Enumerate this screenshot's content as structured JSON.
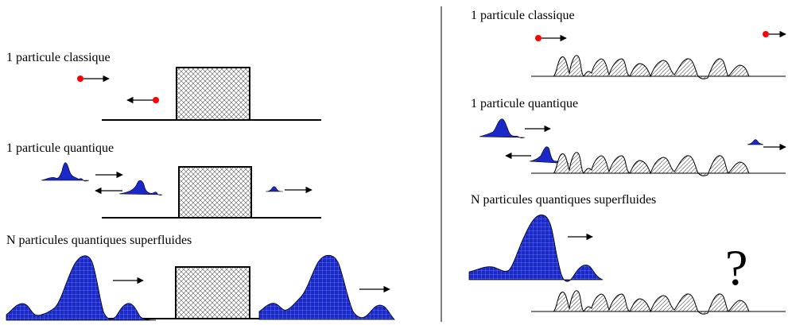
{
  "colors": {
    "background": "#ffffff",
    "ink": "#000000",
    "particle": "#ff0000",
    "wave_fill": "#1a28c8",
    "wave_grid": "#8fb0ff",
    "barrier_hatch": "#555555",
    "terrain_hatch": "#666666"
  },
  "left_panel": {
    "classical_label": "1 particule classique",
    "quantum_label": "1 particule quantique",
    "superfluid_label": "N particules quantiques superfluides"
  },
  "right_panel": {
    "classical_label": "1 particule classique",
    "quantum_label": "1 particule quantique",
    "superfluid_label": "N particules quantiques superfluides",
    "unknown_outcome": "?"
  },
  "icons": {
    "particle": "red-dot-icon",
    "direction": "arrow-icon",
    "barrier": "square-barrier",
    "terrain": "rough-surface",
    "wavepacket": "wave-packet"
  }
}
